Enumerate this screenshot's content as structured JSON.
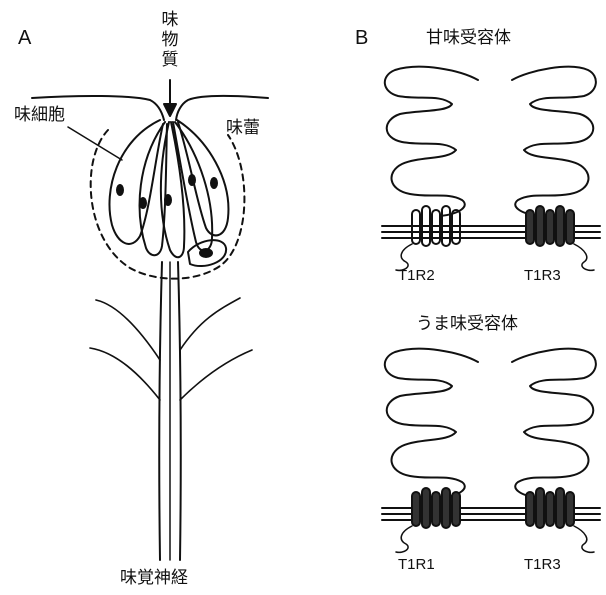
{
  "panel_a": {
    "letter": "A",
    "stimulus_label": "味物質",
    "cell_label": "味細胞",
    "bud_label": "味蕾",
    "nerve_label": "味覚神経"
  },
  "panel_b": {
    "letter": "B",
    "sweet": {
      "title": "甘味受容体",
      "left_subunit": "T1R2",
      "right_subunit": "T1R3"
    },
    "umami": {
      "title": "うま味受容体",
      "left_subunit": "T1R1",
      "right_subunit": "T1R3"
    }
  },
  "colors": {
    "ink": "#111111",
    "background": "#ffffff"
  }
}
